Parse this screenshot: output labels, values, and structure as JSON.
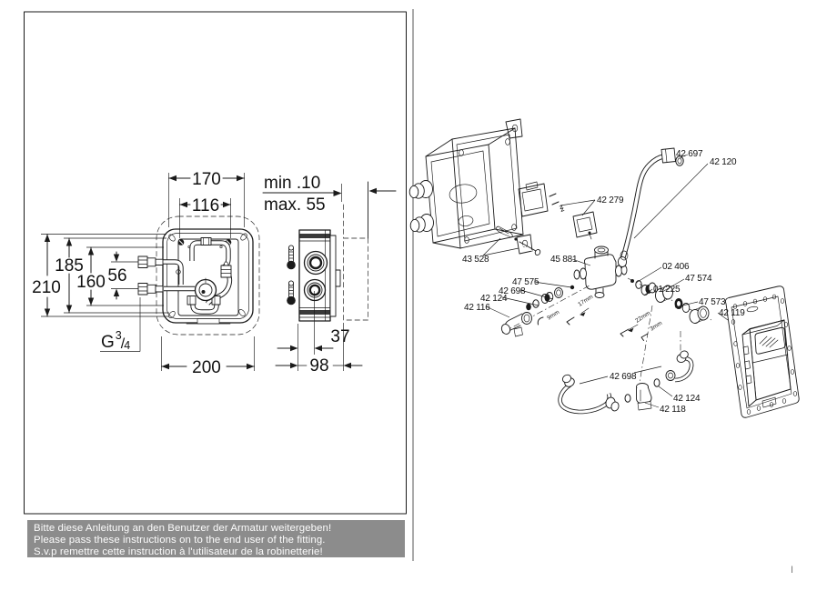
{
  "page": {
    "indicator": "I"
  },
  "colors": {
    "banner_bg": "#8c8c8c",
    "line_art": "#1a1a1a",
    "banner_text": "#fcfcfc"
  },
  "banner": {
    "lines": [
      "Bitte diese Anleitung an den Benutzer der Armatur weitergeben!",
      "Please pass these instructions on to the end user of the fitting.",
      "S.v.p remettre cette instruction à l'utilisateur de la robinetterie!"
    ]
  },
  "left_drawing": {
    "dim_hole_spacing": "170",
    "dim_inner_spacing": "116",
    "dim_depth_min": "min .10",
    "dim_depth_max": "max. 55",
    "dim_height_overall": "210",
    "dim_height_flange": "185",
    "dim_height_inner": "160",
    "dim_port_spacing": "56",
    "dim_width_flange": "200",
    "dim_depth_body": "98",
    "dim_port_offset": "37",
    "thread_label": {
      "base": "G",
      "numerator": "3",
      "slash": "/",
      "denominator": "4"
    }
  },
  "exploded_view": {
    "part_labels": [
      "42 697",
      "42 120",
      "42 279",
      "43 528",
      "45 881",
      "02 406",
      "47 574",
      "01 225",
      "47 573",
      "42 119",
      "47 575",
      "42 698",
      "42 124",
      "42 116",
      "42 698",
      "42 124",
      "42 118"
    ],
    "tool_sizes": [
      "17mm",
      "9mm",
      "22mm",
      "3mm"
    ]
  }
}
